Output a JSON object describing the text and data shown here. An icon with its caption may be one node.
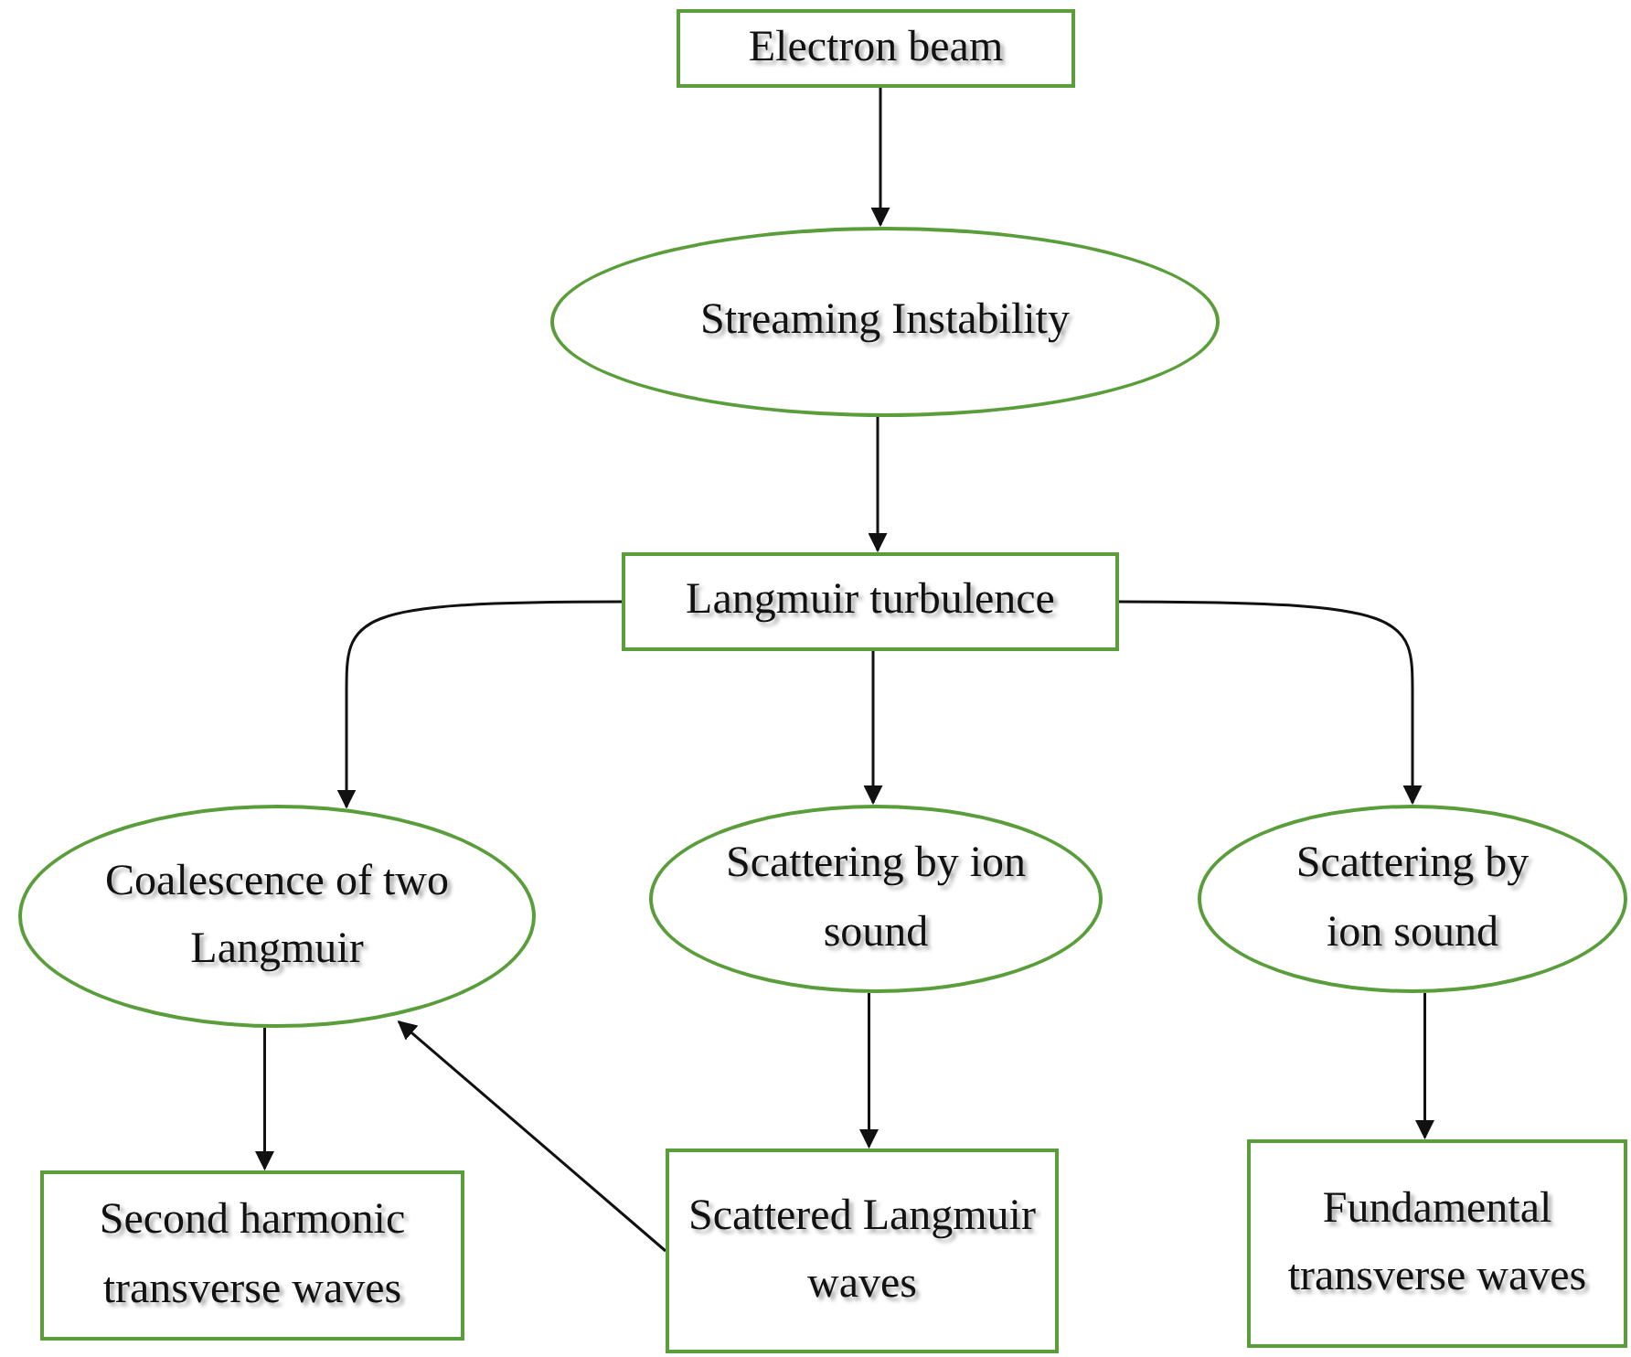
{
  "diagram": {
    "nodes": [
      {
        "text": [
          "Electron beam"
        ]
      },
      {
        "text": [
          "Streaming Instability"
        ]
      },
      {
        "text": [
          "Langmuir turbulence"
        ]
      },
      {
        "text": [
          "Coalescence of two Langmuir"
        ]
      },
      {
        "text": [
          "Scattering by ion sound"
        ]
      },
      {
        "text": [
          "Scattering by ion sound"
        ]
      },
      {
        "text": [
          "Second harmonic transverse waves"
        ]
      },
      {
        "text": [
          "Scattered Langmuir waves"
        ]
      },
      {
        "text": [
          "Fundamental transverse waves"
        ]
      }
    ],
    "edges": [
      {
        "from": 0,
        "to": 1,
        "arrow": "to"
      },
      {
        "from": 1,
        "to": 2,
        "arrow": "to"
      },
      {
        "from": 2,
        "to": 3,
        "arrow": "to"
      },
      {
        "from": 2,
        "to": 4,
        "arrow": "to"
      },
      {
        "from": 2,
        "to": 5,
        "arrow": "to"
      },
      {
        "from": 3,
        "to": 6,
        "arrow": "to"
      },
      {
        "from": 4,
        "to": 7,
        "arrow": "to"
      },
      {
        "from": 5,
        "to": 8,
        "arrow": "to"
      },
      {
        "from": 7,
        "to": 3,
        "arrow": "to"
      }
    ]
  }
}
